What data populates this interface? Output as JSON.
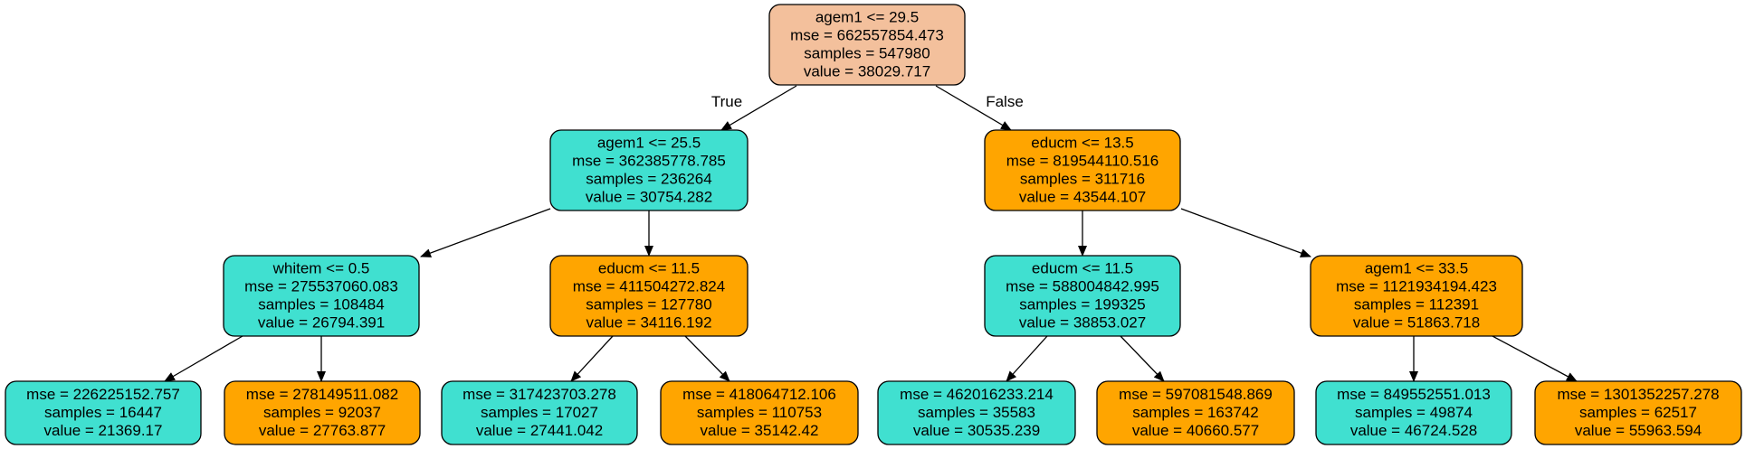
{
  "colors": {
    "root": "#f3c09c",
    "teal": "#40e0d0",
    "orange": "#ffa500"
  },
  "tree": {
    "nodes": [
      {
        "id": "n0",
        "fill": "root",
        "lines": [
          "agem1 <= 29.5",
          "mse = 662557854.473",
          "samples = 547980",
          "value = 38029.717"
        ]
      },
      {
        "id": "n1",
        "fill": "teal",
        "lines": [
          "agem1 <= 25.5",
          "mse = 362385778.785",
          "samples = 236264",
          "value = 30754.282"
        ]
      },
      {
        "id": "n2",
        "fill": "orange",
        "lines": [
          "educm <= 13.5",
          "mse = 819544110.516",
          "samples = 311716",
          "value = 43544.107"
        ]
      },
      {
        "id": "n3",
        "fill": "teal",
        "lines": [
          "whitem <= 0.5",
          "mse = 275537060.083",
          "samples = 108484",
          "value = 26794.391"
        ]
      },
      {
        "id": "n4",
        "fill": "orange",
        "lines": [
          "educm <= 11.5",
          "mse = 411504272.824",
          "samples = 127780",
          "value = 34116.192"
        ]
      },
      {
        "id": "n5",
        "fill": "teal",
        "lines": [
          "educm <= 11.5",
          "mse = 588004842.995",
          "samples = 199325",
          "value = 38853.027"
        ]
      },
      {
        "id": "n6",
        "fill": "orange",
        "lines": [
          "agem1 <= 33.5",
          "mse = 1121934194.423",
          "samples = 112391",
          "value = 51863.718"
        ]
      },
      {
        "id": "n7",
        "fill": "teal",
        "lines": [
          "mse = 226225152.757",
          "samples = 16447",
          "value = 21369.17"
        ]
      },
      {
        "id": "n8",
        "fill": "orange",
        "lines": [
          "mse = 278149511.082",
          "samples = 92037",
          "value = 27763.877"
        ]
      },
      {
        "id": "n9",
        "fill": "teal",
        "lines": [
          "mse = 317423703.278",
          "samples = 17027",
          "value = 27441.042"
        ]
      },
      {
        "id": "n10",
        "fill": "orange",
        "lines": [
          "mse = 418064712.106",
          "samples = 110753",
          "value = 35142.42"
        ]
      },
      {
        "id": "n11",
        "fill": "teal",
        "lines": [
          "mse = 462016233.214",
          "samples = 35583",
          "value = 30535.239"
        ]
      },
      {
        "id": "n12",
        "fill": "orange",
        "lines": [
          "mse = 597081548.869",
          "samples = 163742",
          "value = 40660.577"
        ]
      },
      {
        "id": "n13",
        "fill": "teal",
        "lines": [
          "mse = 849552551.013",
          "samples = 49874",
          "value = 46724.528"
        ]
      },
      {
        "id": "n14",
        "fill": "orange",
        "lines": [
          "mse = 1301352257.278",
          "samples = 62517",
          "value = 55963.594"
        ]
      }
    ],
    "edges": [
      {
        "from": "n0",
        "to": "n1",
        "label": "True"
      },
      {
        "from": "n0",
        "to": "n2",
        "label": "False"
      },
      {
        "from": "n1",
        "to": "n3",
        "label": ""
      },
      {
        "from": "n1",
        "to": "n4",
        "label": ""
      },
      {
        "from": "n2",
        "to": "n5",
        "label": ""
      },
      {
        "from": "n2",
        "to": "n6",
        "label": ""
      },
      {
        "from": "n3",
        "to": "n7",
        "label": ""
      },
      {
        "from": "n3",
        "to": "n8",
        "label": ""
      },
      {
        "from": "n4",
        "to": "n9",
        "label": ""
      },
      {
        "from": "n4",
        "to": "n10",
        "label": ""
      },
      {
        "from": "n5",
        "to": "n11",
        "label": ""
      },
      {
        "from": "n5",
        "to": "n12",
        "label": ""
      },
      {
        "from": "n6",
        "to": "n13",
        "label": ""
      },
      {
        "from": "n6",
        "to": "n14",
        "label": ""
      }
    ]
  }
}
